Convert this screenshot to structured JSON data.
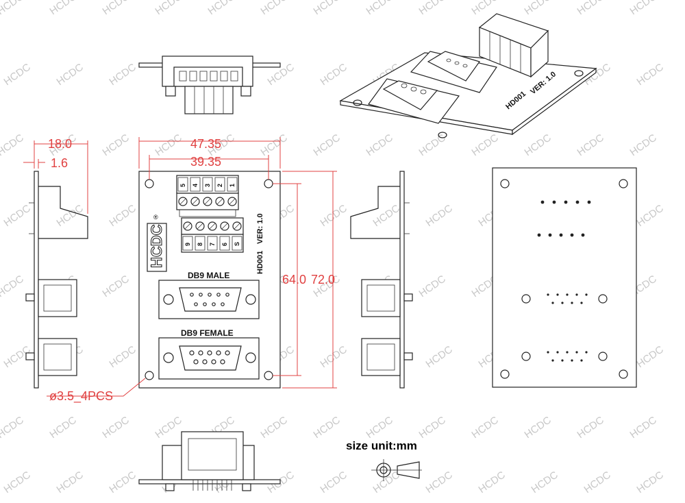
{
  "watermark": "HCDC",
  "dimensions": {
    "board_width": "47.35",
    "hole_spacing_x": "39.35",
    "hole_spacing_y": "64.0",
    "board_height": "72.0",
    "side_depth": "18.0",
    "board_thickness": "1.6",
    "hole_note": "ø3.5_4PCS"
  },
  "board": {
    "logo": "HCDC",
    "model": "HD001",
    "version": "VER: 1.0",
    "db9_male_label": "DB9 MALE",
    "db9_female_label": "DB9 FEMALE",
    "terminal_top": [
      "5",
      "4",
      "3",
      "2",
      "1"
    ],
    "terminal_bottom": [
      "9",
      "8",
      "7",
      "6",
      "S"
    ]
  },
  "size_unit": "size unit:mm",
  "colors": {
    "dimension": "#e04040",
    "outline": "#222222",
    "watermark": "#c8c8c8"
  }
}
